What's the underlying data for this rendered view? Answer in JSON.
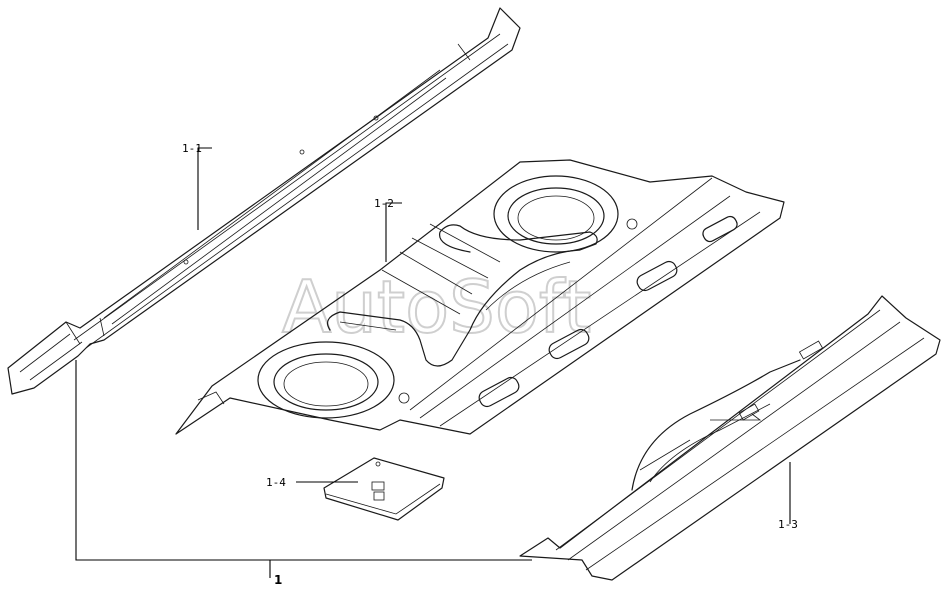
{
  "callouts": {
    "part_1_1": "1-1",
    "part_1_2": "1-2",
    "part_1_3": "1-3",
    "part_1_4": "1-4",
    "assembly": "1"
  },
  "watermark": "AutoSoft"
}
